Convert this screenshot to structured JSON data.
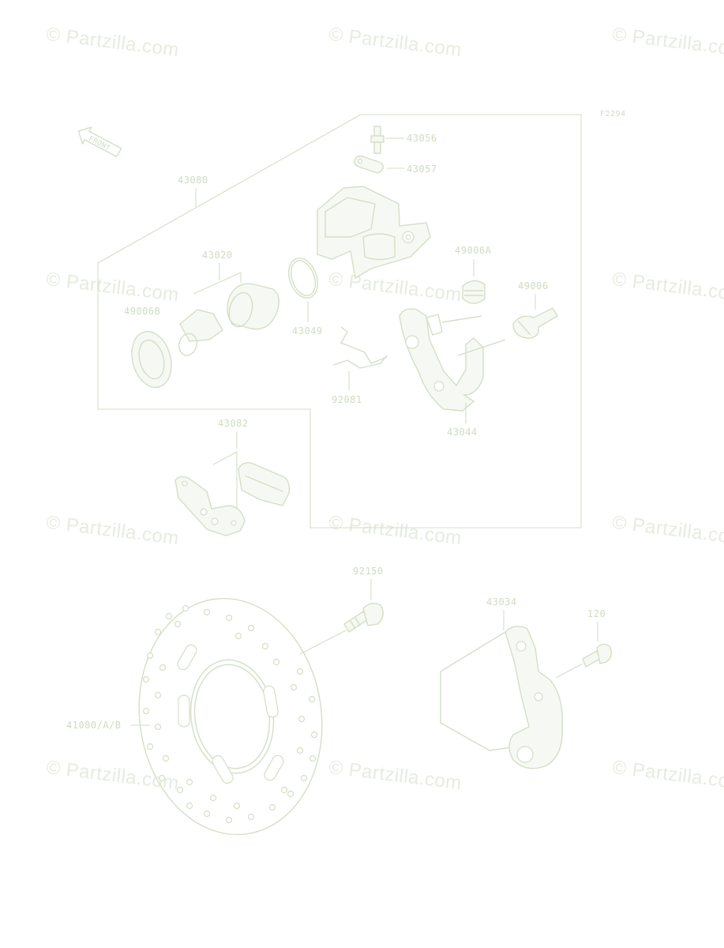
{
  "diagram": {
    "figure_code": "F2294",
    "front_arrow_text": "FRONT",
    "watermark_text": "© Partzilla.com",
    "colors": {
      "line": "#d3dfc7",
      "text": "#cfdcc2",
      "watermark": "#e6ecdf"
    },
    "labels": {
      "assembly": "43080",
      "bleed_valve": "43056",
      "bleed_cap": "43057",
      "piston_kit": "43020",
      "seal": "49006B",
      "piston_seal": "43049",
      "dust_boot_a": "49006A",
      "dust_boot": "49006",
      "spring": "92081",
      "bracket": "43044",
      "pad_set": "43082",
      "bolt": "92150",
      "caliper_holder": "43034",
      "screw": "120",
      "disc": "41080/A/B"
    }
  }
}
